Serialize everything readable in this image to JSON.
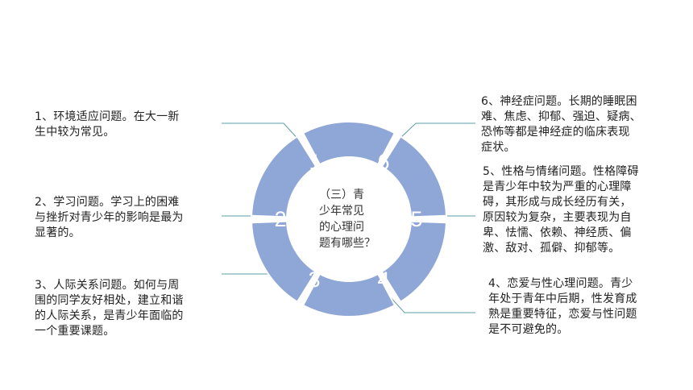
{
  "colors": {
    "segment_fill": "#8FA7D6",
    "segment_stroke": "#ffffff",
    "connector": "#5B9EA6",
    "text": "#222222"
  },
  "center": {
    "text": "（三）青\n少年常见\n的心理问\n题有哪些？"
  },
  "segments": [
    {
      "number": "1",
      "text": "1、环境适应问题。在大一新\n生中较为常见。"
    },
    {
      "number": "2",
      "text": "2、学习问题。学习上的困难\n与挫折对青少年的影响是最为\n显著的。"
    },
    {
      "number": "3",
      "text": "3、人际关系问题。如何与周\n围的同学友好相处，建立和谐\n的人际关系，是青少年面临的\n一个重要课题。"
    },
    {
      "number": "4",
      "text": "4、恋爱与性心理问题。青少\n年处于青年中后期，性发育成\n熟是重要特征，恋爱与性问题\n是不可避免的。"
    },
    {
      "number": "5",
      "text": "5、性格与情绪问题。性格障碍\n是青少年中较为严重的心理障\n碍，其形成与成长经历有关，\n原因较为复杂，主要表现为自\n卑、怯懦、依赖、神经质、偏\n激、敌对、孤僻、抑郁等。"
    },
    {
      "number": "6",
      "text": "6、神经症问题。长期的睡眠困\n难、焦虑、抑郁、强迫、疑病、\n恐怖等都是神经症的临床表现\n症状。"
    }
  ]
}
